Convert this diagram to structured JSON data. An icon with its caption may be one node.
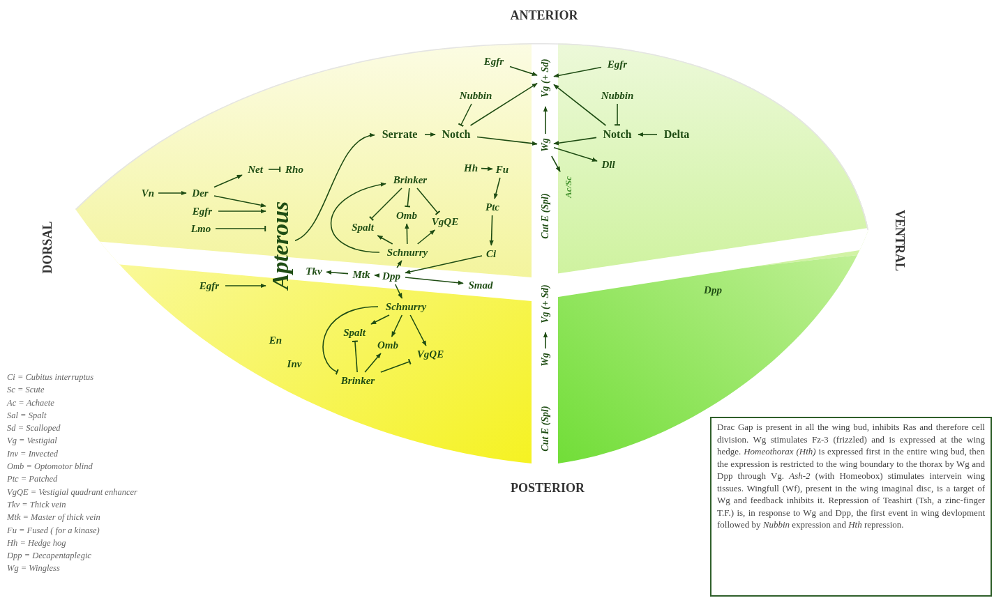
{
  "diagram": {
    "nodes": [
      {
        "text": [
          "Vn"
        ]
      },
      {
        "text": [
          "Der"
        ]
      },
      {
        "text": [
          "Net"
        ]
      },
      {
        "text": [
          "Rho"
        ]
      },
      {
        "text": [
          "Egfr"
        ]
      },
      {
        "text": [
          "Lmo"
        ]
      },
      {
        "text": [
          "Apterous"
        ]
      },
      {
        "text": [
          "Serrate"
        ]
      },
      {
        "text": [
          "Notch"
        ]
      },
      {
        "text": [
          "Nubbin"
        ]
      },
      {
        "text": [
          "Egfr"
        ]
      },
      {
        "text": [
          "Vg (+ Sd)"
        ]
      },
      {
        "text": [
          "Wg"
        ]
      },
      {
        "text": [
          "Egfr"
        ]
      },
      {
        "text": [
          "Nubbin"
        ]
      },
      {
        "text": [
          "Notch"
        ]
      },
      {
        "text": [
          "Delta"
        ]
      },
      {
        "text": [
          "Dll"
        ]
      },
      {
        "text": [
          "Ac/Sc"
        ]
      },
      {
        "text": [
          "Hh"
        ]
      },
      {
        "text": [
          "Fu"
        ]
      },
      {
        "text": [
          "Ptc"
        ]
      },
      {
        "text": [
          "Ci"
        ]
      },
      {
        "text": [
          "Brinker"
        ]
      },
      {
        "text": [
          "Spalt"
        ]
      },
      {
        "text": [
          "Omb"
        ]
      },
      {
        "text": [
          "VgQE"
        ]
      },
      {
        "text": [
          "Schnurry"
        ]
      },
      {
        "text": [
          "Dpp"
        ]
      },
      {
        "text": [
          "Mtk"
        ]
      },
      {
        "text": [
          "Tkv"
        ]
      },
      {
        "text": [
          "Smad"
        ]
      },
      {
        "text": [
          "Egfr"
        ]
      },
      {
        "text": [
          "Schnurry"
        ]
      },
      {
        "text": [
          "Spalt"
        ]
      },
      {
        "text": [
          "Omb"
        ]
      },
      {
        "text": [
          "VgQE"
        ]
      },
      {
        "text": [
          "Brinker"
        ]
      },
      {
        "text": [
          "Vg (+ Sd)"
        ]
      },
      {
        "text": [
          "Wg"
        ]
      },
      {
        "text": [
          "Drac Gap is present in all the wing bud, inhibits  Ras and therefore cell division. Wg stimulates Fz-3 (frizzled) and is expressed at the wing hedge. *Homeothorax (Hth)* is expressed first in the entire wing bud, then the expression is restricted to the wing boundary to the  thorax by Wg and Dpp through Vg. *Ash-2* (with Homeobox) stimulates intervein wing tissues. Wingfull (Wf), present in the wing imaginal disc, is a target of Wg and feedback inhibits it. Repression of Teashirt (Tsh, a zinc-finger T.F.) is, in response to Wg and Dpp, the first event in wing devlopment followed by *Nubbin* expression and *Hth* repression."
        ]
      }
    ],
    "edges": [
      {
        "from": 0,
        "to": 1,
        "arrow": "to"
      },
      {
        "from": 1,
        "to": 2,
        "arrow": "to"
      },
      {
        "from": 1,
        "to": 6,
        "arrow": "to"
      },
      {
        "from": 2,
        "to": 3,
        "arrow": "other"
      },
      {
        "from": 4,
        "to": 6,
        "arrow": "to"
      },
      {
        "from": 5,
        "to": 6,
        "arrow": "other"
      },
      {
        "from": 6,
        "to": 7,
        "arrow": "to"
      },
      {
        "from": 7,
        "to": 8,
        "arrow": "to"
      },
      {
        "from": 9,
        "to": 8,
        "arrow": "other"
      },
      {
        "from": 10,
        "to": 11,
        "arrow": "to"
      },
      {
        "from": 8,
        "to": 11,
        "arrow": "to"
      },
      {
        "from": 8,
        "to": 12,
        "arrow": "to"
      },
      {
        "from": 13,
        "to": 11,
        "arrow": "to"
      },
      {
        "from": 15,
        "to": 11,
        "arrow": "to"
      },
      {
        "from": 15,
        "to": 12,
        "arrow": "to"
      },
      {
        "from": 16,
        "to": 15,
        "arrow": "to"
      },
      {
        "from": 14,
        "to": 15,
        "arrow": "other"
      },
      {
        "from": 12,
        "to": 11,
        "arrow": "to"
      },
      {
        "from": 12,
        "to": 17,
        "arrow": "to"
      },
      {
        "from": 12,
        "to": 18,
        "arrow": "to"
      },
      {
        "from": 19,
        "to": 20,
        "arrow": "to"
      },
      {
        "from": 20,
        "to": 21,
        "arrow": "to"
      },
      {
        "from": 21,
        "to": 22,
        "arrow": "to"
      },
      {
        "from": 22,
        "to": 28,
        "arrow": "to"
      },
      {
        "from": 28,
        "to": 27,
        "arrow": "to"
      },
      {
        "from": 27,
        "to": 24,
        "arrow": "to"
      },
      {
        "from": 27,
        "to": 25,
        "arrow": "to"
      },
      {
        "from": 27,
        "to": 26,
        "arrow": "to"
      },
      {
        "from": 27,
        "to": 23,
        "arrow": "to"
      },
      {
        "from": 23,
        "to": 24,
        "arrow": "other"
      },
      {
        "from": 23,
        "to": 25,
        "arrow": "other"
      },
      {
        "from": 23,
        "to": 26,
        "arrow": "other"
      },
      {
        "from": 28,
        "to": 29,
        "arrow": "to"
      },
      {
        "from": 29,
        "to": 30,
        "arrow": "to"
      },
      {
        "from": 28,
        "to": 31,
        "arrow": "to"
      },
      {
        "from": 28,
        "to": 33,
        "arrow": "to"
      },
      {
        "from": 32,
        "to": 6,
        "arrow": "to"
      },
      {
        "from": 33,
        "to": 34,
        "arrow": "to"
      },
      {
        "from": 33,
        "to": 35,
        "arrow": "to"
      },
      {
        "from": 33,
        "to": 36,
        "arrow": "to"
      },
      {
        "from": 33,
        "to": 37,
        "arrow": "other"
      },
      {
        "from": 37,
        "to": 34,
        "arrow": "other"
      },
      {
        "from": 37,
        "to": 35,
        "arrow": "to"
      },
      {
        "from": 37,
        "to": 36,
        "arrow": "other"
      },
      {
        "from": 39,
        "to": 38,
        "arrow": "to"
      }
    ],
    "labels": [
      "ANTERIOR",
      "DORSAL",
      "VENTRAL",
      "Cut E (Spl)",
      "Dpp",
      "En",
      "Inv",
      "Cut E (Spl)",
      "POSTERIOR",
      "Ci = Cubitus interruptus",
      "Sc = Scute",
      "Ac = Achaete",
      "Sal = Spalt",
      "Sd = Scalloped",
      "Vg = Vestigial",
      "Inv = Invected",
      "Omb = Optomotor blind",
      "Ptc = Patched",
      "VgQE = Vestigial quadrant enhancer",
      "Tkv = Thick vein",
      "Mtk = Master of thick vein",
      "Fu = Fused ( for a kinase)",
      "Hh = Hedge hog",
      "Dpp = Decapentaplegic",
      "Wg = Wingless"
    ]
  }
}
